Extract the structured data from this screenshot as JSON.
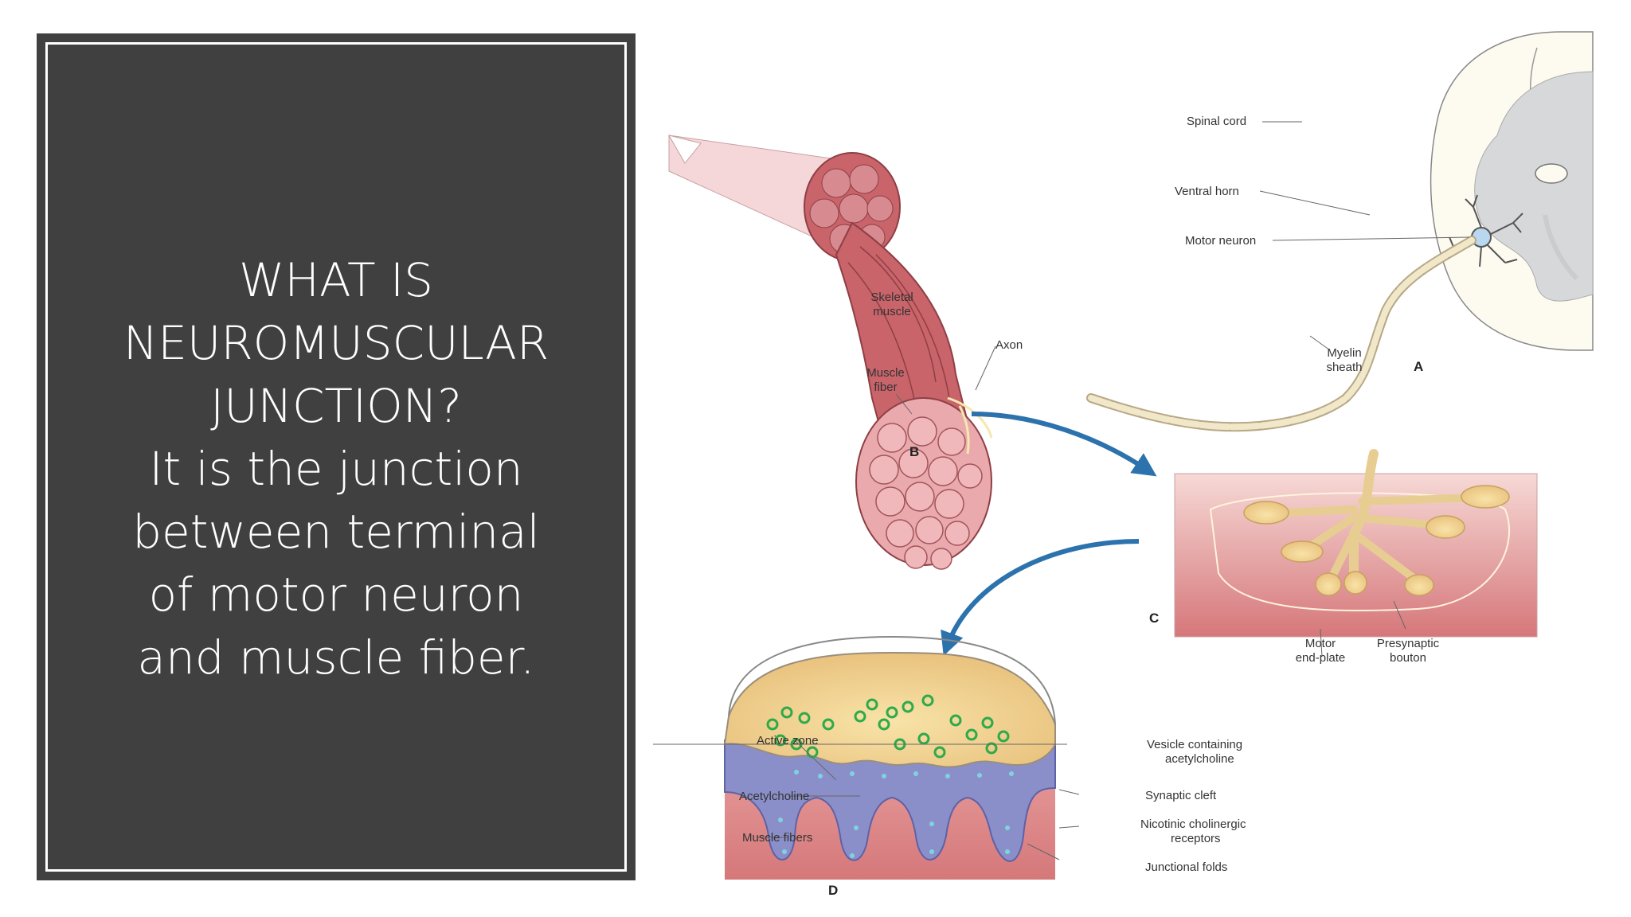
{
  "panel": {
    "lines": [
      "WHAT IS",
      "NEUROMUSCULAR",
      "JUNCTION?",
      "It is the junction",
      "between terminal",
      "of motor neuron",
      "and muscle fiber."
    ]
  },
  "diagram": {
    "labels": {
      "spinal_cord": "Spinal cord",
      "ventral_horn": "Ventral horn",
      "motor_neuron": "Motor neuron",
      "skeletal_muscle_1": "Skeletal",
      "skeletal_muscle_2": "muscle",
      "axon": "Axon",
      "muscle_fiber_1": "Muscle",
      "muscle_fiber_2": "fiber",
      "myelin_1": "Myelin",
      "myelin_2": "sheath",
      "panel_a": "A",
      "panel_b": "B",
      "panel_c": "C",
      "panel_d": "D",
      "motor_endplate_1": "Motor",
      "motor_endplate_2": "end-plate",
      "presynaptic_1": "Presynaptic",
      "presynaptic_2": "bouton",
      "active_zone": "Active zone",
      "acetylcholine": "Acetylcholine",
      "muscle_fibers": "Muscle fibers",
      "vesicle_1": "Vesicle containing",
      "vesicle_2": "acetylcholine",
      "synaptic_cleft": "Synaptic cleft",
      "nicotinic_1": "Nicotinic cholinergic",
      "nicotinic_2": "receptors",
      "junctional_folds": "Junctional folds"
    },
    "colors": {
      "panel_bg": "#404040",
      "muscle": "#c8646a",
      "muscle_light": "#e9a9ad",
      "spinal_cord": "#fdfaf0",
      "gray_matter": "#d6d8da",
      "arrow": "#2c72ad",
      "bouton": "#f5dfae",
      "cleft": "#8b8fc9",
      "vesicle": "#2eaa4a"
    }
  }
}
